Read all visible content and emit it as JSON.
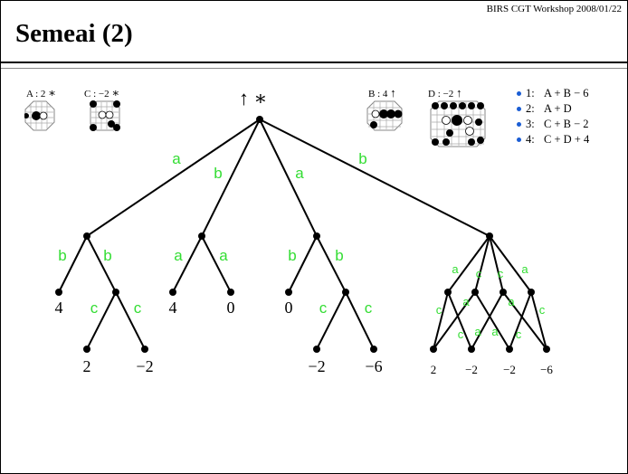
{
  "header_note": "BIRS CGT Workshop 2008/01/22",
  "title": "Semeai (2)",
  "positions": [
    {
      "id": "A",
      "text": "A : 2",
      "sym": "∗"
    },
    {
      "id": "C",
      "text": "C : −2",
      "sym": "∗"
    },
    {
      "id": "B",
      "text": "B : 4",
      "sym": "↑"
    },
    {
      "id": "D",
      "text": "D : −2",
      "sym": "↑"
    }
  ],
  "root_label": "↑ ∗",
  "legend": [
    {
      "num": "1:",
      "expr": "A + B − 6"
    },
    {
      "num": "2:",
      "expr": "A + D"
    },
    {
      "num": "3:",
      "expr": "C + B − 2"
    },
    {
      "num": "4:",
      "expr": "C + D + 4"
    }
  ],
  "colors": {
    "edge_label": "#33dd33",
    "bullet": "#1a5dd4"
  },
  "tree": {
    "nodes": [
      {
        "id": "r"
      },
      {
        "id": "n1"
      },
      {
        "id": "n2"
      },
      {
        "id": "n3"
      },
      {
        "id": "n4"
      },
      {
        "id": "l1a",
        "value": "4"
      },
      {
        "id": "i1"
      },
      {
        "id": "l1b",
        "value": "2"
      },
      {
        "id": "l1c",
        "value": "−2"
      },
      {
        "id": "l2a",
        "value": "4"
      },
      {
        "id": "l2b",
        "value": "0"
      },
      {
        "id": "l3a",
        "value": "0"
      },
      {
        "id": "i3"
      },
      {
        "id": "l3b",
        "value": "−2"
      },
      {
        "id": "l3c",
        "value": "−6"
      },
      {
        "id": "s1"
      },
      {
        "id": "s2"
      },
      {
        "id": "s3"
      },
      {
        "id": "s4"
      },
      {
        "id": "f1",
        "value": "2"
      },
      {
        "id": "f2",
        "value": "−2"
      },
      {
        "id": "f3",
        "value": "−2"
      },
      {
        "id": "f4",
        "value": "−6"
      }
    ],
    "edges": [
      {
        "from": "r",
        "to": "n1",
        "label": "a"
      },
      {
        "from": "r",
        "to": "n2",
        "label": "b"
      },
      {
        "from": "r",
        "to": "n3",
        "label": "a"
      },
      {
        "from": "r",
        "to": "n4",
        "label": "b"
      },
      {
        "from": "n1",
        "to": "l1a",
        "label": "b"
      },
      {
        "from": "n1",
        "to": "i1",
        "label": "b"
      },
      {
        "from": "i1",
        "to": "l1b",
        "label": "c"
      },
      {
        "from": "i1",
        "to": "l1c",
        "label": "c"
      },
      {
        "from": "n2",
        "to": "l2a",
        "label": "a"
      },
      {
        "from": "n2",
        "to": "l2b",
        "label": "a"
      },
      {
        "from": "n3",
        "to": "l3a",
        "label": "b"
      },
      {
        "from": "n3",
        "to": "i3",
        "label": "b"
      },
      {
        "from": "i3",
        "to": "l3b",
        "label": "c"
      },
      {
        "from": "i3",
        "to": "l3c",
        "label": "c"
      },
      {
        "from": "n4",
        "to": "s1",
        "label": "a"
      },
      {
        "from": "n4",
        "to": "s2",
        "label": "c"
      },
      {
        "from": "n4",
        "to": "s3",
        "label": "c"
      },
      {
        "from": "n4",
        "to": "s4",
        "label": "a"
      },
      {
        "from": "s1",
        "to": "f1",
        "label": "c"
      },
      {
        "from": "s1",
        "to": "f2",
        "label": "c"
      },
      {
        "from": "s2",
        "to": "f1",
        "label": "a"
      },
      {
        "from": "s2",
        "to": "f3",
        "label": "a"
      },
      {
        "from": "s3",
        "to": "f2",
        "label": "a"
      },
      {
        "from": "s3",
        "to": "f4",
        "label": "a"
      },
      {
        "from": "s4",
        "to": "f3",
        "label": "c"
      },
      {
        "from": "s4",
        "to": "f4",
        "label": "c"
      }
    ]
  }
}
